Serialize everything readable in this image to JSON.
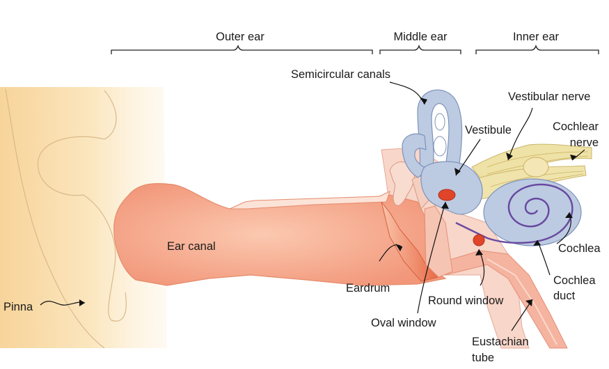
{
  "sections": {
    "outer_ear": "Outer ear",
    "middle_ear": "Middle ear",
    "inner_ear": "Inner ear"
  },
  "labels": {
    "semicircular_canals": "Semicircular canals",
    "vestibular_nerve": "Vestibular nerve",
    "vestibule": "Vestibule",
    "cochlear_nerve_line1": "Cochlear",
    "cochlear_nerve_line2": "nerve",
    "ear_canal": "Ear canal",
    "pinna": "Pinna",
    "eardrum": "Eardrum",
    "oval_window": "Oval window",
    "round_window": "Round window",
    "cochlea": "Cochlea",
    "cochlea_duct_line1": "Cochlea",
    "cochlea_duct_line2": "duct",
    "eustachian_tube_line1": "Eustachian",
    "eustachian_tube_line2": "tube"
  },
  "colors": {
    "pinna_fill": "#fbe6bf",
    "canal_fill": "#f4a084",
    "middle_ear_fill": "#f8cfc2",
    "inner_ear_fill": "#bccbe2",
    "cochlea_spiral": "#6a4aa0",
    "nerve_fill": "#efe2a6",
    "window_red": "#e0452a"
  }
}
